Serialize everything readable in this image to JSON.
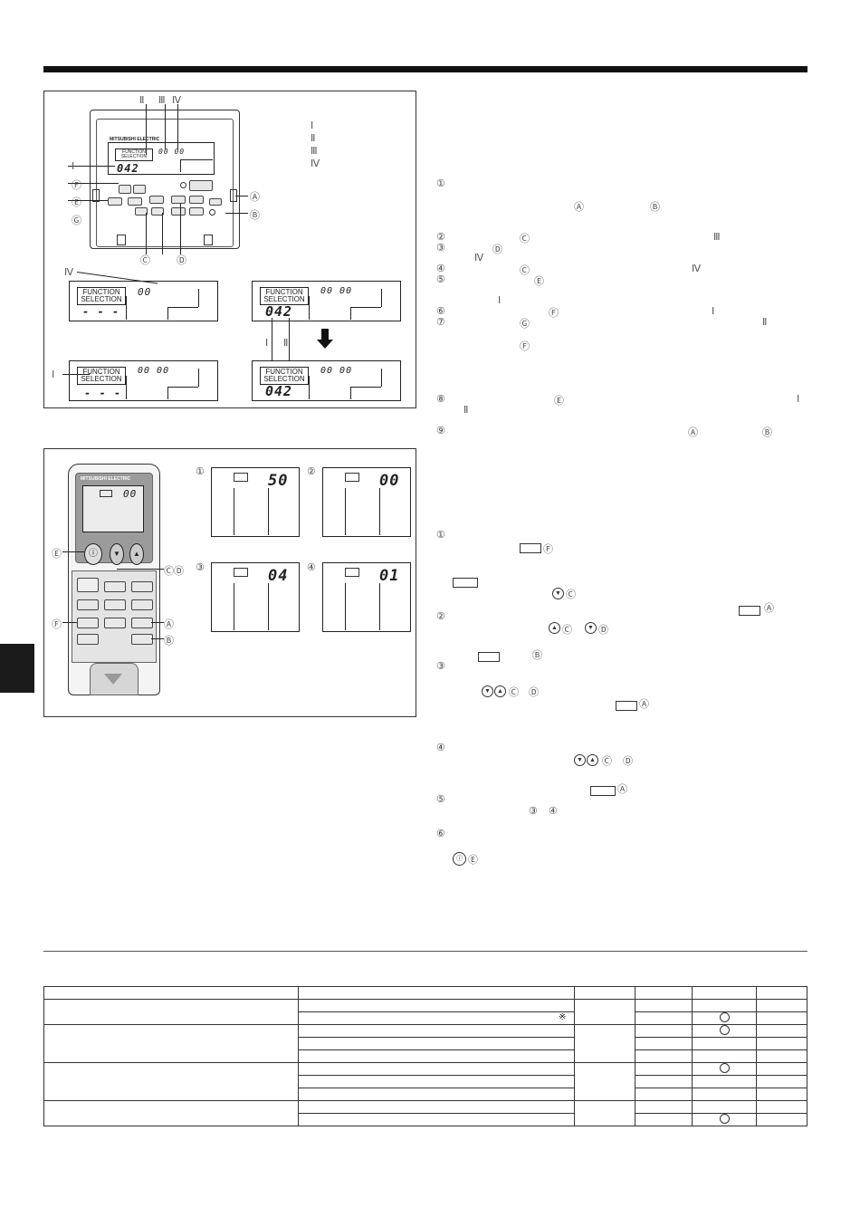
{
  "header": {
    "rule": true
  },
  "figure1": {
    "brand": "MITSUBISHI ELECTRIC",
    "function_selection": "FUNCTION SELECTION",
    "callouts": [
      "Ⓐ",
      "Ⓑ",
      "Ⓒ",
      "Ⓓ",
      "Ⓔ",
      "Ⓕ",
      "Ⓖ"
    ],
    "roman": [
      "Ⅰ",
      "Ⅱ",
      "Ⅲ",
      "Ⅳ"
    ],
    "legend": [
      "Ⅰ",
      "Ⅱ",
      "Ⅲ",
      "Ⅳ"
    ],
    "main_display_code": "042",
    "time_display": "00 00",
    "dashes": "- - -",
    "panel1_time": "00",
    "code_panel3": "042",
    "code_panel4": "042"
  },
  "figure2": {
    "brand": "MITSUBISHI ELECTRIC",
    "remote_display": "00",
    "callouts": [
      "Ⓔ",
      "ⒸⒹ",
      "Ⓐ",
      "Ⓕ",
      "Ⓑ"
    ],
    "panels": [
      {
        "num": "①",
        "value": "50"
      },
      {
        "num": "②",
        "value": "00"
      },
      {
        "num": "③",
        "value": "04"
      },
      {
        "num": "④",
        "value": "01"
      }
    ],
    "remote_labels": [
      "ⓘ",
      "▼",
      "▲"
    ]
  },
  "right_text": {
    "steps1": [
      "①",
      "②",
      "③",
      "④",
      "⑤",
      "⑥",
      "⑦",
      "⑧",
      "⑨"
    ],
    "marks1": [
      "Ⓐ",
      "Ⓑ",
      "Ⓒ",
      "Ⅲ",
      "Ⓓ",
      "Ⅳ",
      "Ⓒ",
      "Ⅳ",
      "Ⓔ",
      "Ⅰ",
      "Ⓕ",
      "Ⅰ",
      "Ⓖ",
      "Ⅱ",
      "Ⓕ",
      "Ⓔ",
      "Ⅰ",
      "Ⅱ",
      "Ⓐ",
      "Ⓑ"
    ],
    "steps2": [
      "①",
      "②",
      "③",
      "④",
      "⑤",
      "⑥"
    ],
    "marks2": [
      "Ⓕ",
      "Ⓒ",
      "Ⓐ",
      "Ⓒ",
      "Ⓓ",
      "Ⓑ",
      "Ⓒ",
      "Ⓓ",
      "Ⓐ",
      "Ⓒ",
      "Ⓓ",
      "Ⓐ",
      "③",
      "④",
      "Ⓔ"
    ]
  },
  "table": {
    "asterisk": "※"
  }
}
